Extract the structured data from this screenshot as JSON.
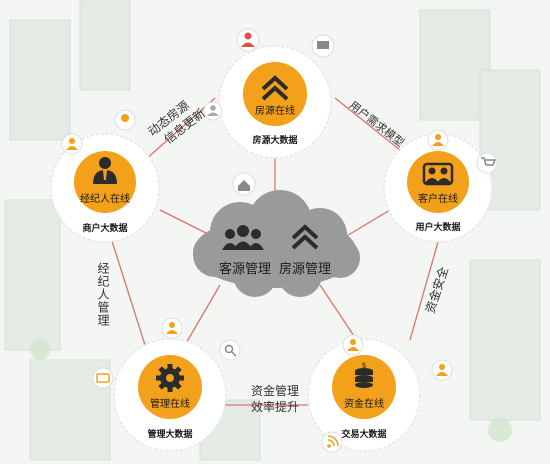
{
  "center_cloud": {
    "left_label": "客源管理",
    "right_label": "房源管理"
  },
  "nodes": [
    {
      "id": "top",
      "title": "房源在线",
      "subtitle": "房源大数据",
      "icon": "house-up-icon"
    },
    {
      "id": "right",
      "title": "客户在线",
      "subtitle": "用户大数据",
      "icon": "group-users-icon"
    },
    {
      "id": "bottom_right",
      "title": "资金在线",
      "subtitle": "交易大数据",
      "icon": "coin-stack-icon"
    },
    {
      "id": "bottom_left",
      "title": "管理在线",
      "subtitle": "管理大数据",
      "icon": "gear-icon"
    },
    {
      "id": "left",
      "title": "经纪人在线",
      "subtitle": "商户大数据",
      "icon": "agent-icon"
    }
  ],
  "edge_labels": {
    "top_left": [
      "动态房源",
      "信息更新"
    ],
    "top_right": "用户需求模型",
    "right_bottom": "资金安全",
    "bottom": [
      "资金管理",
      "效率提升"
    ],
    "left": "经纪人管理"
  },
  "colors": {
    "accent": "#f3a01a",
    "node_ring": "#e6e6e6",
    "line": "#e0726a",
    "cloud": "#9a9a9a",
    "text_dark": "#222222"
  }
}
